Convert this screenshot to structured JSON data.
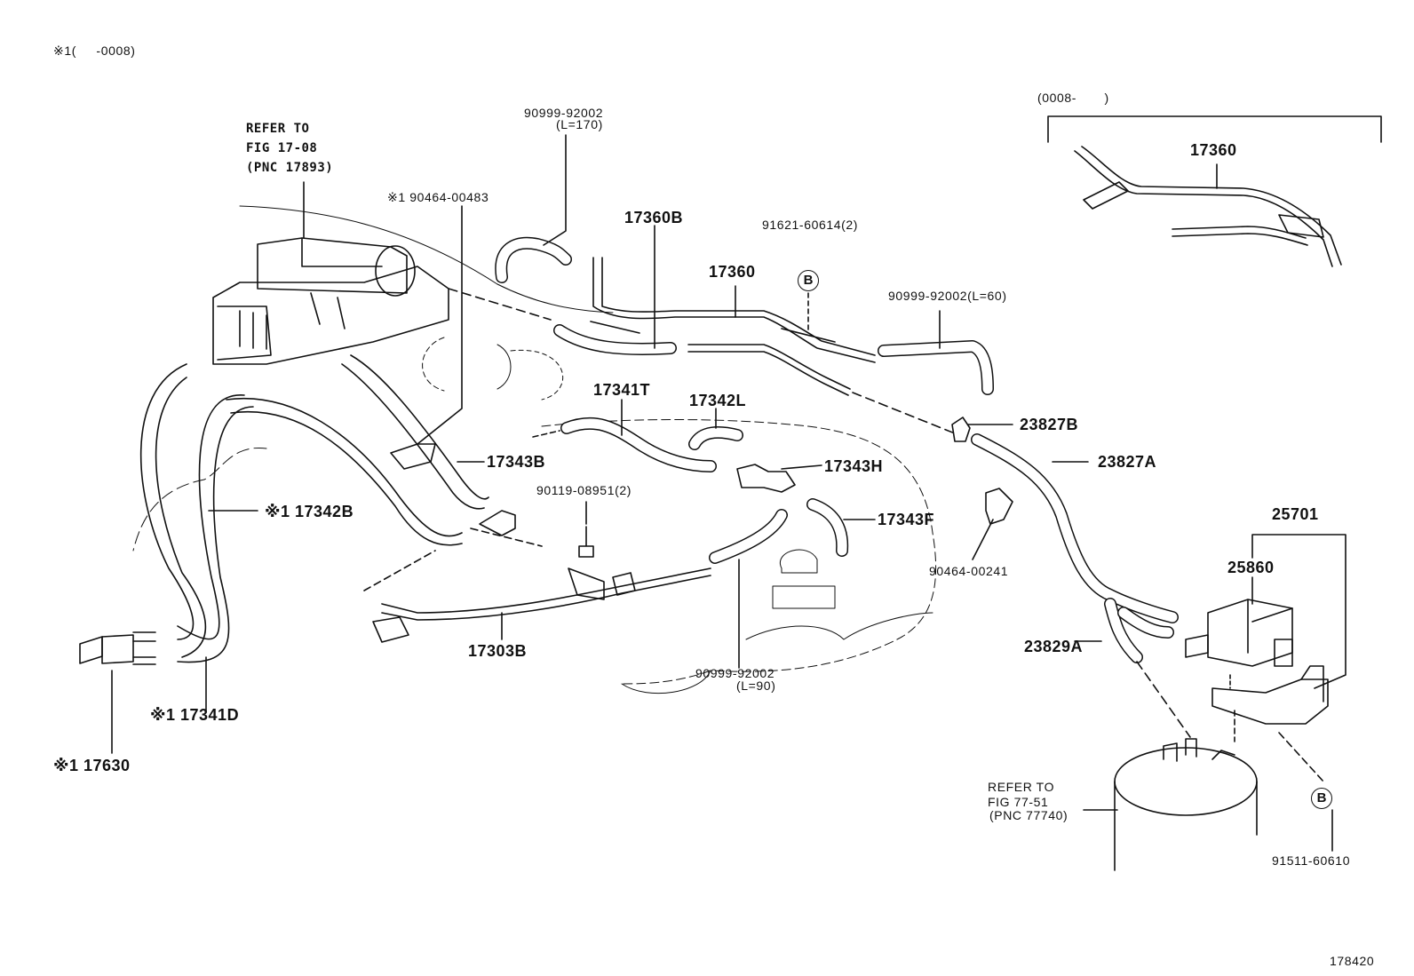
{
  "header_note": "※1(     -0008)",
  "inset_range": "(0008-       )",
  "figure_code": "178420",
  "marker_b": "B",
  "colors": {
    "line": "#111111",
    "background": "#ffffff"
  },
  "labels": {
    "refer_air_1": "REFER TO",
    "refer_air_2": "FIG 17-08",
    "refer_air_3": "(PNC 17893)",
    "p90464_00483": "※1 90464-00483",
    "p90999_92002_a": "90999-92002",
    "p90999_92002_a_len": "(L=170)",
    "p17360B": "17360B",
    "p91621_60614": "91621-60614(2)",
    "p17360_main": "17360",
    "p90999_92002_b": "90999-92002(L=60)",
    "p17360_inset": "17360",
    "p17341T": "17341T",
    "p17342L": "17342L",
    "p17343B": "17343B",
    "p17343H": "17343H",
    "p17343F": "17343F",
    "p90119_08951": "90119-08951(2)",
    "p17342B": "※1 17342B",
    "p23827B": "23827B",
    "p23827A": "23827A",
    "p90464_00241": "90464-00241",
    "p25701": "25701",
    "p25860": "25860",
    "p23829A": "23829A",
    "p17303B": "17303B",
    "p90999_92002_c": "90999-92002",
    "p90999_92002_c_len": "(L=90)",
    "p17341D": "※1 17341D",
    "p17630": "※1 17630",
    "refer_can_1": "REFER TO",
    "refer_can_2": "FIG 77-51",
    "refer_can_3": "(PNC 77740)",
    "p91511_60610": "91511-60610"
  }
}
